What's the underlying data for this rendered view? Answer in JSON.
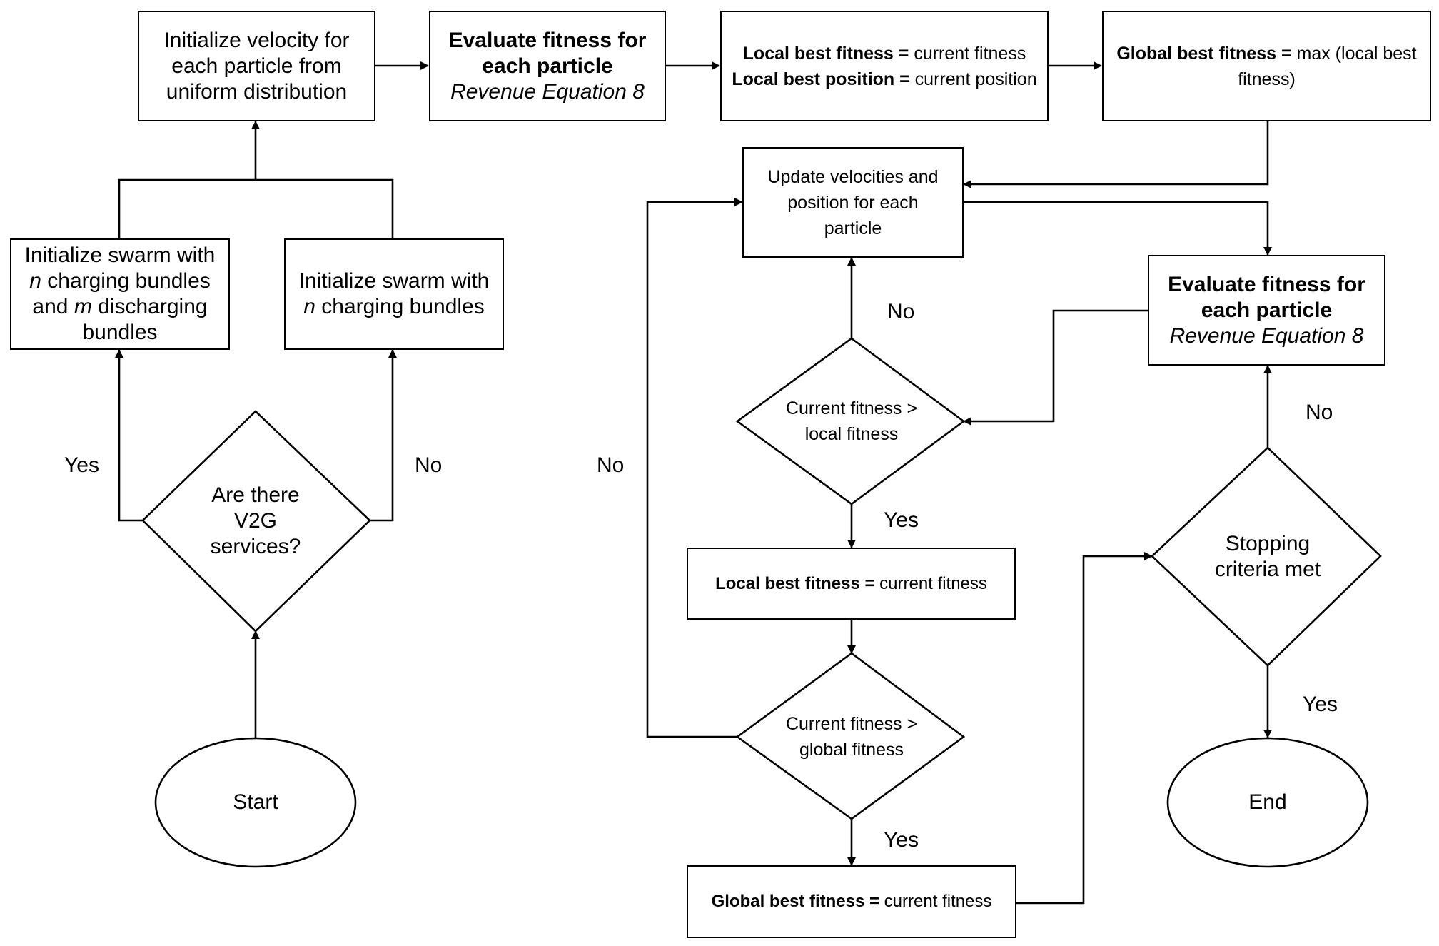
{
  "nodes": {
    "init_velocity": {
      "lines": [
        "Initialize velocity for",
        "each particle from",
        "uniform distribution"
      ]
    },
    "eval_fitness_top": {
      "title_lines": [
        "Evaluate fitness for",
        "each particle"
      ],
      "subtitle": "Revenue Equation 8"
    },
    "local_best_init": {
      "row1_bold": "Local best fitness =",
      "row1_text": " current fitness",
      "row2_bold": "Local best position =",
      "row2_text": " current position"
    },
    "global_best_init": {
      "bold": "Global best fitness =",
      "text": " max (local best",
      "text2": "fitness)"
    },
    "init_swarm_v2g": {
      "line1": "Initialize swarm with",
      "line2_italic": "n",
      "line2_text": " charging bundles",
      "line3_a": "and ",
      "line3_italic": "m",
      "line3_b": " discharging",
      "line4": "bundles"
    },
    "init_swarm_nov2g": {
      "line1": "Initialize swarm with",
      "line2_italic": "n",
      "line2_text": " charging bundles"
    },
    "v2g_decision": {
      "lines": [
        "Are there",
        "V2G",
        "services?"
      ]
    },
    "start": {
      "label": "Start"
    },
    "update_velocities": {
      "lines": [
        "Update velocities and",
        "position for each",
        "particle"
      ]
    },
    "local_decision": {
      "lines": [
        "Current fitness >",
        "local fitness"
      ]
    },
    "local_best_update": {
      "bold": "Local best fitness =",
      "text": " current fitness"
    },
    "global_decision": {
      "lines": [
        "Current fitness >",
        "global fitness"
      ]
    },
    "global_best_update": {
      "bold": "Global best fitness =",
      "text": " current fitness"
    },
    "eval_fitness_right": {
      "title_lines": [
        "Evaluate fitness for",
        "each particle"
      ],
      "subtitle": "Revenue Equation 8"
    },
    "stopping_decision": {
      "lines": [
        "Stopping",
        "criteria met"
      ]
    },
    "end": {
      "label": "End"
    }
  },
  "edge_labels": {
    "v2g_yes": "Yes",
    "v2g_no": "No",
    "local_no": "No",
    "local_yes": "Yes",
    "global_no": "No",
    "global_yes": "Yes",
    "stop_no": "No",
    "stop_yes": "Yes"
  },
  "colors": {
    "stroke": "#000000",
    "background": "#ffffff"
  }
}
